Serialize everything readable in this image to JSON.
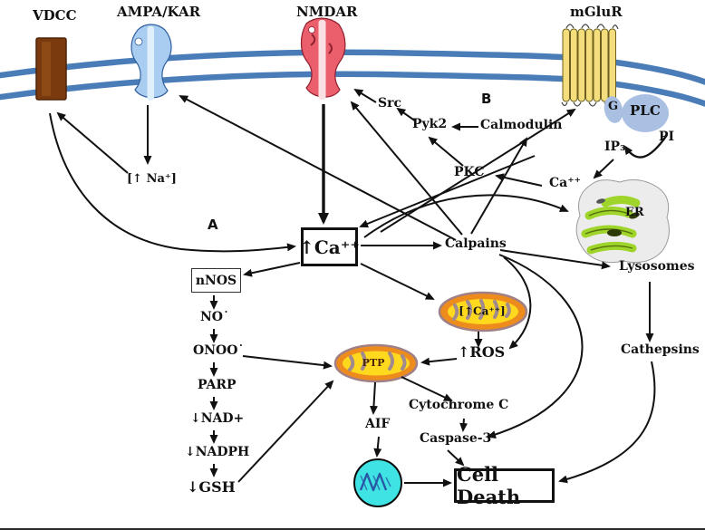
{
  "labels": {
    "vdcc": "VDCC",
    "ampa": "AMPA/KAR",
    "nmdar": "NMDAR",
    "mglur": "mGluR",
    "g_protein": "G",
    "plc": "PLC",
    "pi": "PI",
    "ip3": "IP₃",
    "src": "Src",
    "pyk2": "Pyk2",
    "calmodulin": "Calmodulin",
    "pkc": "PKC",
    "ca_er": "Ca⁺⁺",
    "er": "ER",
    "section_a": "A",
    "section_b": "B",
    "na": "[↑ Na⁺]",
    "ca_box": "↑Ca⁺⁺",
    "calpains": "Calpains",
    "lysosomes": "Lysosomes",
    "cathepsins": "Cathepsins",
    "nnos": "nNOS",
    "no": "NO˙",
    "onoo": "ONOO˙",
    "parp": "PARP",
    "nad": "↓NAD+",
    "nadph": "↓NADPH",
    "gsh": "↓GSH",
    "mito_ca": "[↑Ca⁺⁺]",
    "ptp": "PTP",
    "ros": "↑ROS",
    "cytochrome_c": "Cytochrome C",
    "aif": "AIF",
    "caspase3": "Caspase-3",
    "cell_death": "Cell Death"
  },
  "colors": {
    "membrane": "#4a7db8",
    "vdcc_fill": "#7a3a0e",
    "ampa_fill": "#a9cdf0",
    "nmdar_fill": "#ea5f6b",
    "mglur_fill": "#f3dd7d",
    "gprotein_fill": "#a9c0e2",
    "er_green": "#9fd42a",
    "mito_outer": "#ee8b1d",
    "mito_inner": "#ffd91e",
    "nucleus_fill": "#3fe3e3",
    "arrow": "#111111"
  },
  "connections": [
    "AMPA/KAR -> [↑ Na+]",
    "[↑ Na+] -> VDCC",
    "VDCC -> ↑Ca++",
    "NMDAR -> ↑Ca++",
    "ER Ca++ -> ↑Ca++",
    "↑Ca++ -> ER",
    "↑Ca++ -> mGluR",
    "Calpains -> Calmodulin",
    "Calmodulin -> Pyk2",
    "PKC -> Pyk2",
    "Pyk2 -> Src",
    "Src -> NMDAR",
    "Ca++ -> PKC",
    "PI -> IP3 via PLC",
    "IP3 -> ER",
    "Calpains -> NMDAR",
    "Calpains -> AMPA/KAR",
    "↑Ca++ -> nNOS",
    "↑Ca++ -> Calpains",
    "↑Ca++ -> mitochondrial [↑Ca++]",
    "nNOS -> NO -> ONOO -> PARP -> ↓NAD+ -> ↓NADPH -> ↓GSH",
    "ONOO -> PTP",
    "↓GSH -> PTP",
    "[↑Ca++] -> ↑ROS",
    "Calpains -> ↑ROS",
    "↑ROS -> PTP",
    "PTP -> AIF",
    "PTP -> Cytochrome C",
    "Cytochrome C -> Caspase-3",
    "Calpains -> Caspase-3",
    "Caspase-3 -> Cell Death",
    "AIF -> nucleus",
    "nucleus -> Cell Death",
    "Calpains -> Lysosomes",
    "Lysosomes -> Cathepsins",
    "Cathepsins -> Cell Death"
  ]
}
